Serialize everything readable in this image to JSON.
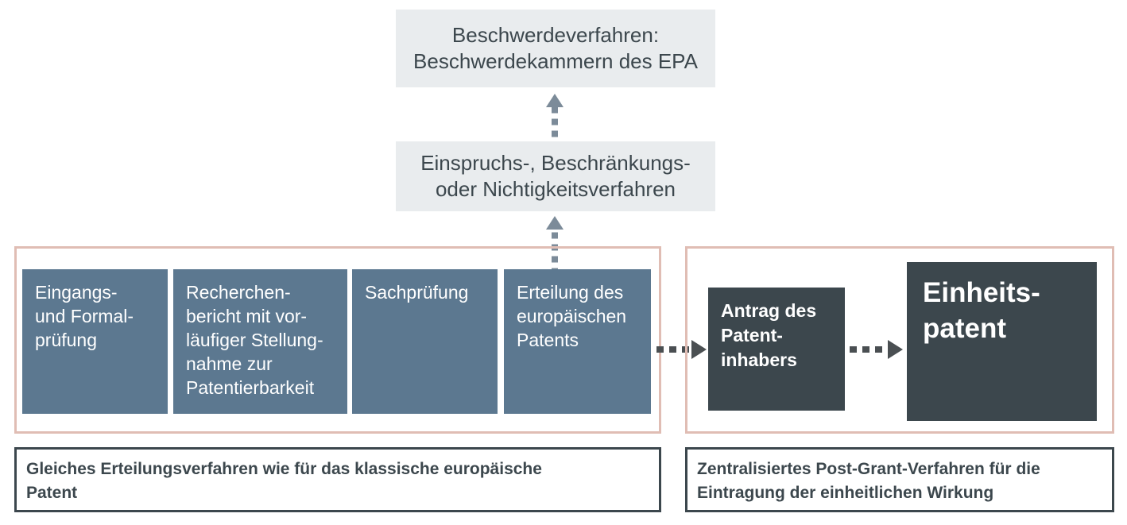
{
  "diagram": {
    "title_text_top": "Beschwerdeverfahren:\nBeschwerdekammern des EPA",
    "appeal_stage": "Einspruchs-, Beschränkungs-\noder Nichtigkeitsverfahren",
    "grant_stages": [
      {
        "id": "stage-entry-formal",
        "label": "Eingangs-\nund Formal-\nprüfung"
      },
      {
        "id": "stage-search-report",
        "label": "Recherchen-\nbericht mit vor-\nläufiger Stellung-\nnahme zur\nPatentierbarkeit"
      },
      {
        "id": "stage-substantive-exam",
        "label": "Sachprüfung"
      },
      {
        "id": "stage-grant",
        "label": "Erteilung des\neuropäischen\nPatents"
      }
    ],
    "post_grant_stages": [
      {
        "id": "stage-proprietor-request",
        "label": "Antrag des\nPatent-\ninhabers"
      },
      {
        "id": "stage-unitary-patent",
        "label": "Einheits-\npatent"
      }
    ],
    "captions": [
      {
        "id": "caption-left",
        "label": "Gleiches Erteilungsverfahren wie für das klassische europäische\nPatent"
      },
      {
        "id": "caption-right",
        "label": "Zentralisiertes Post-Grant-Verfahren für die\nEintragung der einheitlichen Wirkung"
      }
    ],
    "colors": {
      "grey_box": "#e9ecee",
      "blue_box": "#5c7890",
      "dark_box": "#3c474d",
      "group_frame": "#e0bdb4",
      "vertical_connector": "#7c8b99",
      "horizontal_connector": "#4a4f52",
      "text_dark": "#3c474d",
      "text_light": "#ffffff",
      "background": "#ffffff"
    }
  }
}
